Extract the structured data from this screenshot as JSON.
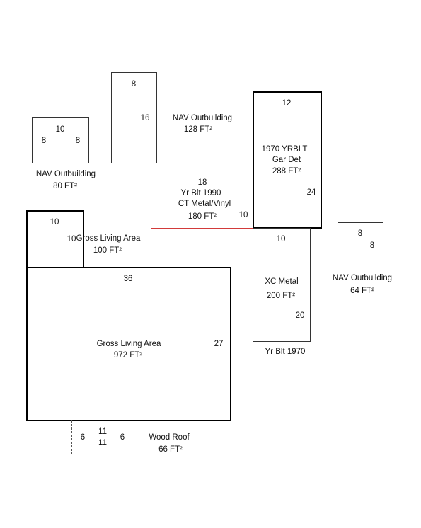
{
  "nav_outbuilding_80": {
    "top_dim": "10",
    "left_dim": "8",
    "right_dim": "8",
    "name": "NAV Outbuilding",
    "area": "80 FT²"
  },
  "nav_outbuilding_128": {
    "top_dim": "8",
    "side_dim": "16",
    "name": "NAV Outbuilding",
    "area": "128 FT²"
  },
  "garage": {
    "top_dim": "12",
    "label_line1": "1970 YRBLT",
    "label_line2": "Gar Det",
    "area": "288 FT²",
    "side_dim": "24"
  },
  "ct_metal": {
    "top_dim": "18",
    "label_line1": "Yr Blt 1990",
    "label_line2": "CT Metal/Vinyl",
    "area": "180 FT²",
    "side_dim": "10"
  },
  "gla_small": {
    "top_dim": "10",
    "side_dim": "10",
    "name": "Gross Living Area",
    "area": "100 FT²"
  },
  "nav_outbuilding_64": {
    "top_dim": "8",
    "side_dim": "8",
    "name": "NAV Outbuilding",
    "area": "64 FT²"
  },
  "xc_metal": {
    "top_dim": "10",
    "name": "XC Metal",
    "area": "200 FT²",
    "side_dim": "20",
    "caption": "Yr Blt 1970"
  },
  "gla_main": {
    "top_dim": "36",
    "name": "Gross Living Area",
    "area": "972 FT²",
    "side_dim": "27"
  },
  "wood_roof": {
    "left_dim": "6",
    "top_dim": "11",
    "bottom_dim": "11",
    "right_dim": "6",
    "name": "Wood Roof",
    "area": "66 FT²"
  }
}
